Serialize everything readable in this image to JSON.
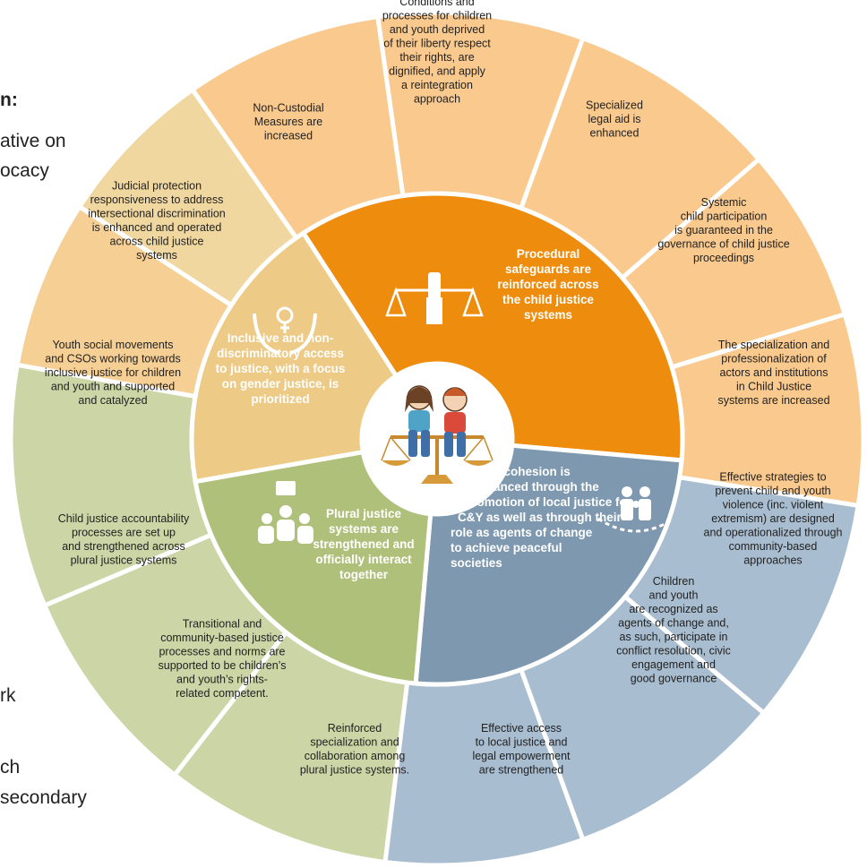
{
  "background_text": [
    {
      "id": "bg1",
      "text": "n:",
      "bold": true
    },
    {
      "id": "bg2",
      "text": "ative on",
      "bold": false
    },
    {
      "id": "bg3",
      "text": "ocacy",
      "bold": false
    },
    {
      "id": "bg4",
      "text": "rk",
      "bold": false
    },
    {
      "id": "bg5",
      "text": "ch",
      "bold": false
    },
    {
      "id": "bg6",
      "text": "secondary",
      "bold": false
    }
  ],
  "center": {
    "label": "children-on-scale-illustration"
  },
  "core_sections": [
    {
      "id": "procedural",
      "color": "#EE8C0E",
      "icon": "fist-scales-icon",
      "lines": [
        "Procedural",
        "safeguards are",
        "reinforced across",
        "the child justice",
        "systems"
      ]
    },
    {
      "id": "social-cohesion",
      "color": "#7E98AF",
      "icon": "community-circle-icon",
      "lines": [
        "Social cohesion is",
        "enhanced through the",
        "promotion of local justice for",
        "C&Y as well as through their",
        "role as agents of change",
        "to achieve peaceful",
        "societies"
      ]
    },
    {
      "id": "plural-justice",
      "color": "#AFC07A",
      "icon": "group-speech-icon",
      "lines": [
        "Plural justice",
        "systems are",
        "strengthened and",
        "officially interact",
        "together"
      ]
    },
    {
      "id": "inclusive",
      "color": "#EDCA85",
      "icon": "hands-gender-icon",
      "lines": [
        "Inclusive and non-",
        "discriminatory access",
        "to justice, with a focus",
        "on gender justice, is",
        "prioritized"
      ]
    }
  ],
  "outer_segments": [
    {
      "id": "conditions",
      "group": "procedural",
      "lines": [
        "Conditions and",
        "processes for children",
        "and youth deprived",
        "of their liberty respect",
        "their rights, are",
        "dignified, and apply",
        "a reintegration",
        "approach"
      ]
    },
    {
      "id": "legal-aid",
      "group": "procedural",
      "lines": [
        "Specialized",
        "legal aid is",
        "enhanced"
      ]
    },
    {
      "id": "participation",
      "group": "procedural",
      "lines": [
        "Systemic",
        "child participation",
        "is guaranteed in the",
        "governance of child justice",
        "proceedings"
      ]
    },
    {
      "id": "specialization",
      "group": "procedural",
      "lines": [
        "The specialization and",
        "professionalization of",
        "actors and institutions",
        "in Child Justice",
        "systems are increased"
      ]
    },
    {
      "id": "strategies",
      "group": "social-cohesion",
      "lines": [
        "Effective strategies to",
        "prevent child and youth",
        "violence (inc. violent",
        "extremism) are designed",
        "and operationalized through",
        "community-based",
        "approaches"
      ]
    },
    {
      "id": "agents",
      "group": "social-cohesion",
      "lines": [
        "Children",
        "and youth",
        "are recognized as",
        "agents of change and,",
        "as such, participate in",
        "conflict resolution, civic",
        "engagement and",
        "good governance"
      ]
    },
    {
      "id": "local-access",
      "group": "social-cohesion",
      "lines": [
        "Effective access",
        "to local justice and",
        "legal empowerment",
        "are strengthened"
      ]
    },
    {
      "id": "reinforced",
      "group": "plural-justice",
      "lines": [
        "Reinforced",
        "specialization and",
        "collaboration among",
        "plural justice systems."
      ]
    },
    {
      "id": "transitional",
      "group": "plural-justice",
      "lines": [
        "Transitional and",
        "community-based justice",
        "processes and norms are",
        "supported to be children’s",
        "and youth’s rights-",
        "related competent."
      ]
    },
    {
      "id": "accountability",
      "group": "plural-justice",
      "lines": [
        "Child justice accountability",
        "processes are set up",
        "and strengthened across",
        "plural justice systems"
      ]
    },
    {
      "id": "movements",
      "group": "inclusive",
      "lines": [
        "Youth social movements",
        "and CSOs working towards",
        "inclusive justice for children",
        "and youth and supported",
        "and catalyzed"
      ]
    },
    {
      "id": "judicial",
      "group": "inclusive",
      "lines": [
        "Judicial protection",
        "responsiveness to address",
        "intersectional discrimination",
        "is enhanced and operated",
        "across child justice",
        "systems"
      ]
    },
    {
      "id": "non-custodial",
      "group": "procedural",
      "lines": [
        "Non-Custodial",
        "Measures are",
        "increased"
      ]
    }
  ],
  "colors": {
    "procedural_outer": "#F9C98E",
    "social_outer": "#A9BDD0",
    "plural_outer": "#CCD5A6",
    "inclusive_outer": "#F0D7A0",
    "inclusive_outer_alt": "#F6CF94",
    "ring_border": "#ffffff",
    "text_dark": "#222222",
    "text_light": "#ffffff"
  }
}
